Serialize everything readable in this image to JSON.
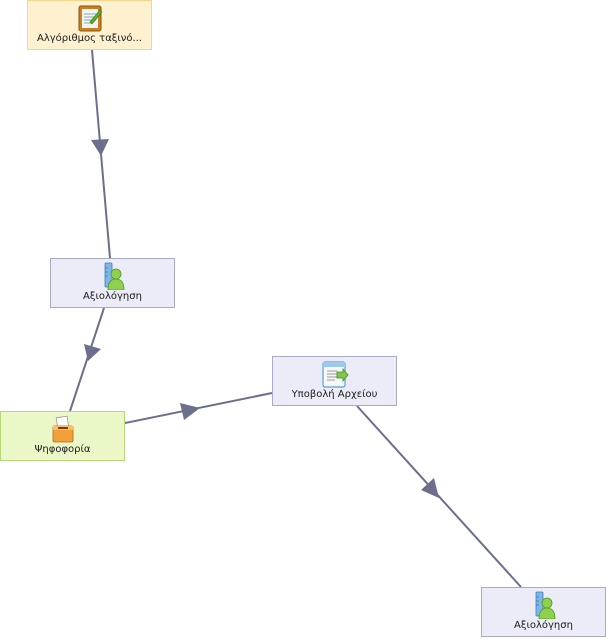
{
  "nodes": {
    "start": {
      "label": "Αλγόριθμος ταξινό...",
      "icon": "notepad-icon"
    },
    "eval1": {
      "label": "Αξιολόγηση",
      "icon": "assessment-user-icon"
    },
    "vote": {
      "label": "Ψηφοφορία",
      "icon": "ballot-box-icon"
    },
    "submit": {
      "label": "Υποβολή Αρχείου",
      "icon": "file-submit-icon"
    },
    "eval2": {
      "label": "Αξιολόγηση",
      "icon": "assessment-user-icon"
    }
  },
  "edges": [
    {
      "from": "start",
      "to": "eval1"
    },
    {
      "from": "eval1",
      "to": "vote"
    },
    {
      "from": "vote",
      "to": "submit"
    },
    {
      "from": "submit",
      "to": "eval2"
    }
  ],
  "colors": {
    "edge": "#6b6f8c",
    "activity_fill": "#ececf8",
    "start_fill": "#fdf1cf",
    "vote_fill": "#eaf8c8"
  }
}
